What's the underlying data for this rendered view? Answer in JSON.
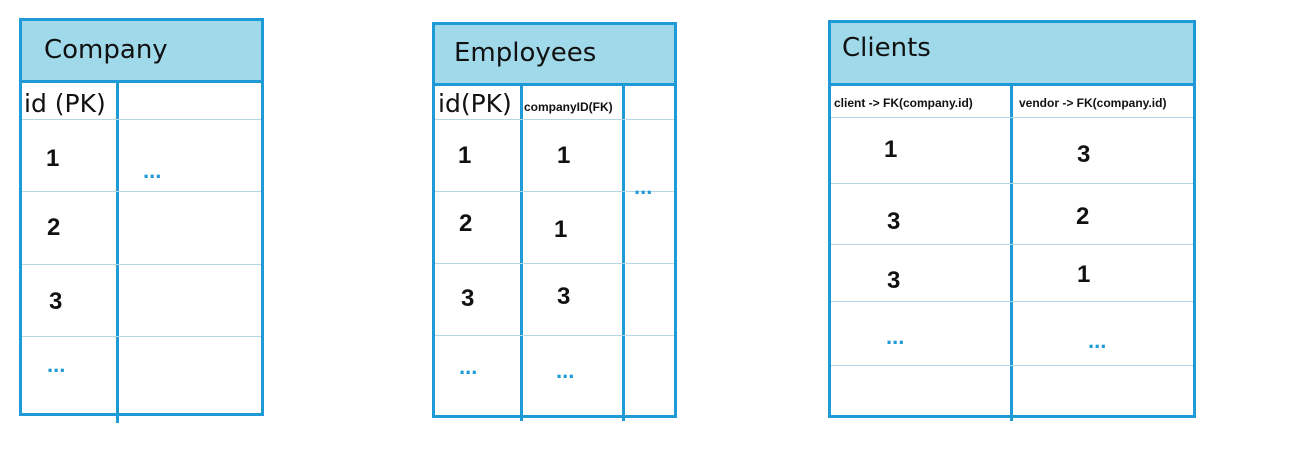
{
  "company": {
    "title": "Company",
    "headers": [
      "id (PK)"
    ],
    "rows": [
      "1",
      "2",
      "3",
      "..."
    ],
    "extra_column": "..."
  },
  "employees": {
    "title": "Employees",
    "headers": [
      "id(PK)",
      "companyID(FK)"
    ],
    "rows": [
      [
        "1",
        "1"
      ],
      [
        "2",
        "1"
      ],
      [
        "3",
        "3"
      ],
      [
        "...",
        "..."
      ]
    ],
    "extra_column": "..."
  },
  "clients": {
    "title": "Clients",
    "headers": [
      "client -> FK(company.id)",
      "vendor -> FK(company.id)"
    ],
    "rows": [
      [
        "1",
        "3"
      ],
      [
        "3",
        "2"
      ],
      [
        "3",
        "1"
      ],
      [
        "...",
        "..."
      ]
    ]
  },
  "colors": {
    "border": "#1e9bd7",
    "header_fill": "#9fd9ea",
    "ellipsis": "#1e9bd7"
  }
}
